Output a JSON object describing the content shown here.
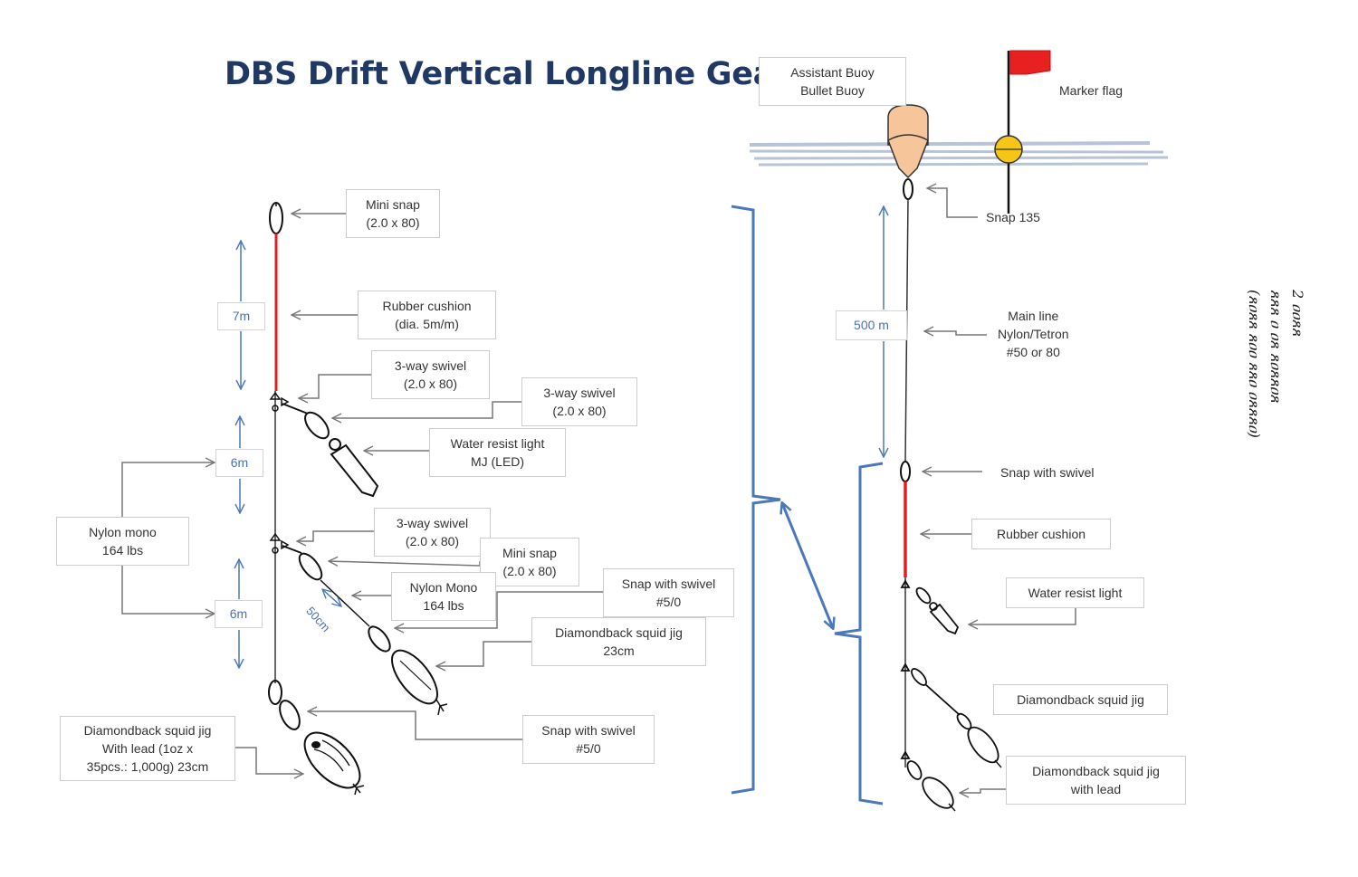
{
  "title": "DBS Drift Vertical  Longline Gear",
  "colors": {
    "title": "#1f3864",
    "rubber_cushion": "#e02020",
    "bracket": "#4a78b8",
    "buoy": "#f6c59a",
    "flag": "#e82020",
    "float": "#f5c518",
    "water": "#b8c4d6"
  },
  "left_section": {
    "labels": {
      "mini_snap_top": [
        "Mini snap",
        "(2.0 x 80)"
      ],
      "rubber_cushion": [
        "Rubber cushion",
        "(dia. 5m/m)"
      ],
      "three_way_swivel_1": [
        "3-way swivel",
        "(2.0 x 80)"
      ],
      "three_way_swivel_2": [
        "3-way swivel",
        "(2.0 x 80)"
      ],
      "water_resist_light": [
        "Water resist light",
        "MJ (LED)"
      ],
      "three_way_swivel_3": [
        "3-way swivel",
        "(2.0 x 80)"
      ],
      "mini_snap_mid": [
        "Mini snap",
        "(2.0 x 80)"
      ],
      "nylon_mono_branch": [
        "Nylon Mono",
        "164 lbs"
      ],
      "snap_with_swivel_1": [
        "Snap with swivel",
        "#5/0"
      ],
      "diamondback_jig": [
        "Diamondback squid jig",
        "23cm"
      ],
      "snap_with_swivel_2": [
        "Snap with swivel",
        "#5/0"
      ],
      "jig_with_lead": [
        "Diamondback squid jig",
        "With lead (1oz x",
        "35pcs.: 1,000g) 23cm"
      ],
      "nylon_mono_main": [
        "Nylon mono",
        "164 lbs"
      ]
    },
    "distances": {
      "d1": "7m",
      "d2": "6m",
      "d3": "6m",
      "branch": "50cm"
    }
  },
  "right_section": {
    "labels": {
      "buoy": [
        "Assistant Buoy",
        "Bullet Buoy"
      ],
      "marker_flag": "Marker flag",
      "snap_135": "Snap 135",
      "main_line": [
        "Main line",
        "Nylon/Tetron",
        "#50 or 80"
      ],
      "snap_with_swivel": "Snap with swivel",
      "rubber_cushion": "Rubber cushion",
      "water_resist_light": "Water resist light",
      "diamondback_jig": "Diamondback squid jig",
      "jig_with_lead": [
        "Diamondback squid jig",
        "with lead"
      ]
    },
    "distances": {
      "main": "500 m"
    }
  },
  "side_note": [
    "2 ዐዐጸጸ",
    "ጸጸጸ ዐ ዐጸ ጸዐጸጸዐጸ",
    "(ጸዐጸጸ ጸዐዐ ጸጸዐ ዐጸጸጸዐ)"
  ]
}
